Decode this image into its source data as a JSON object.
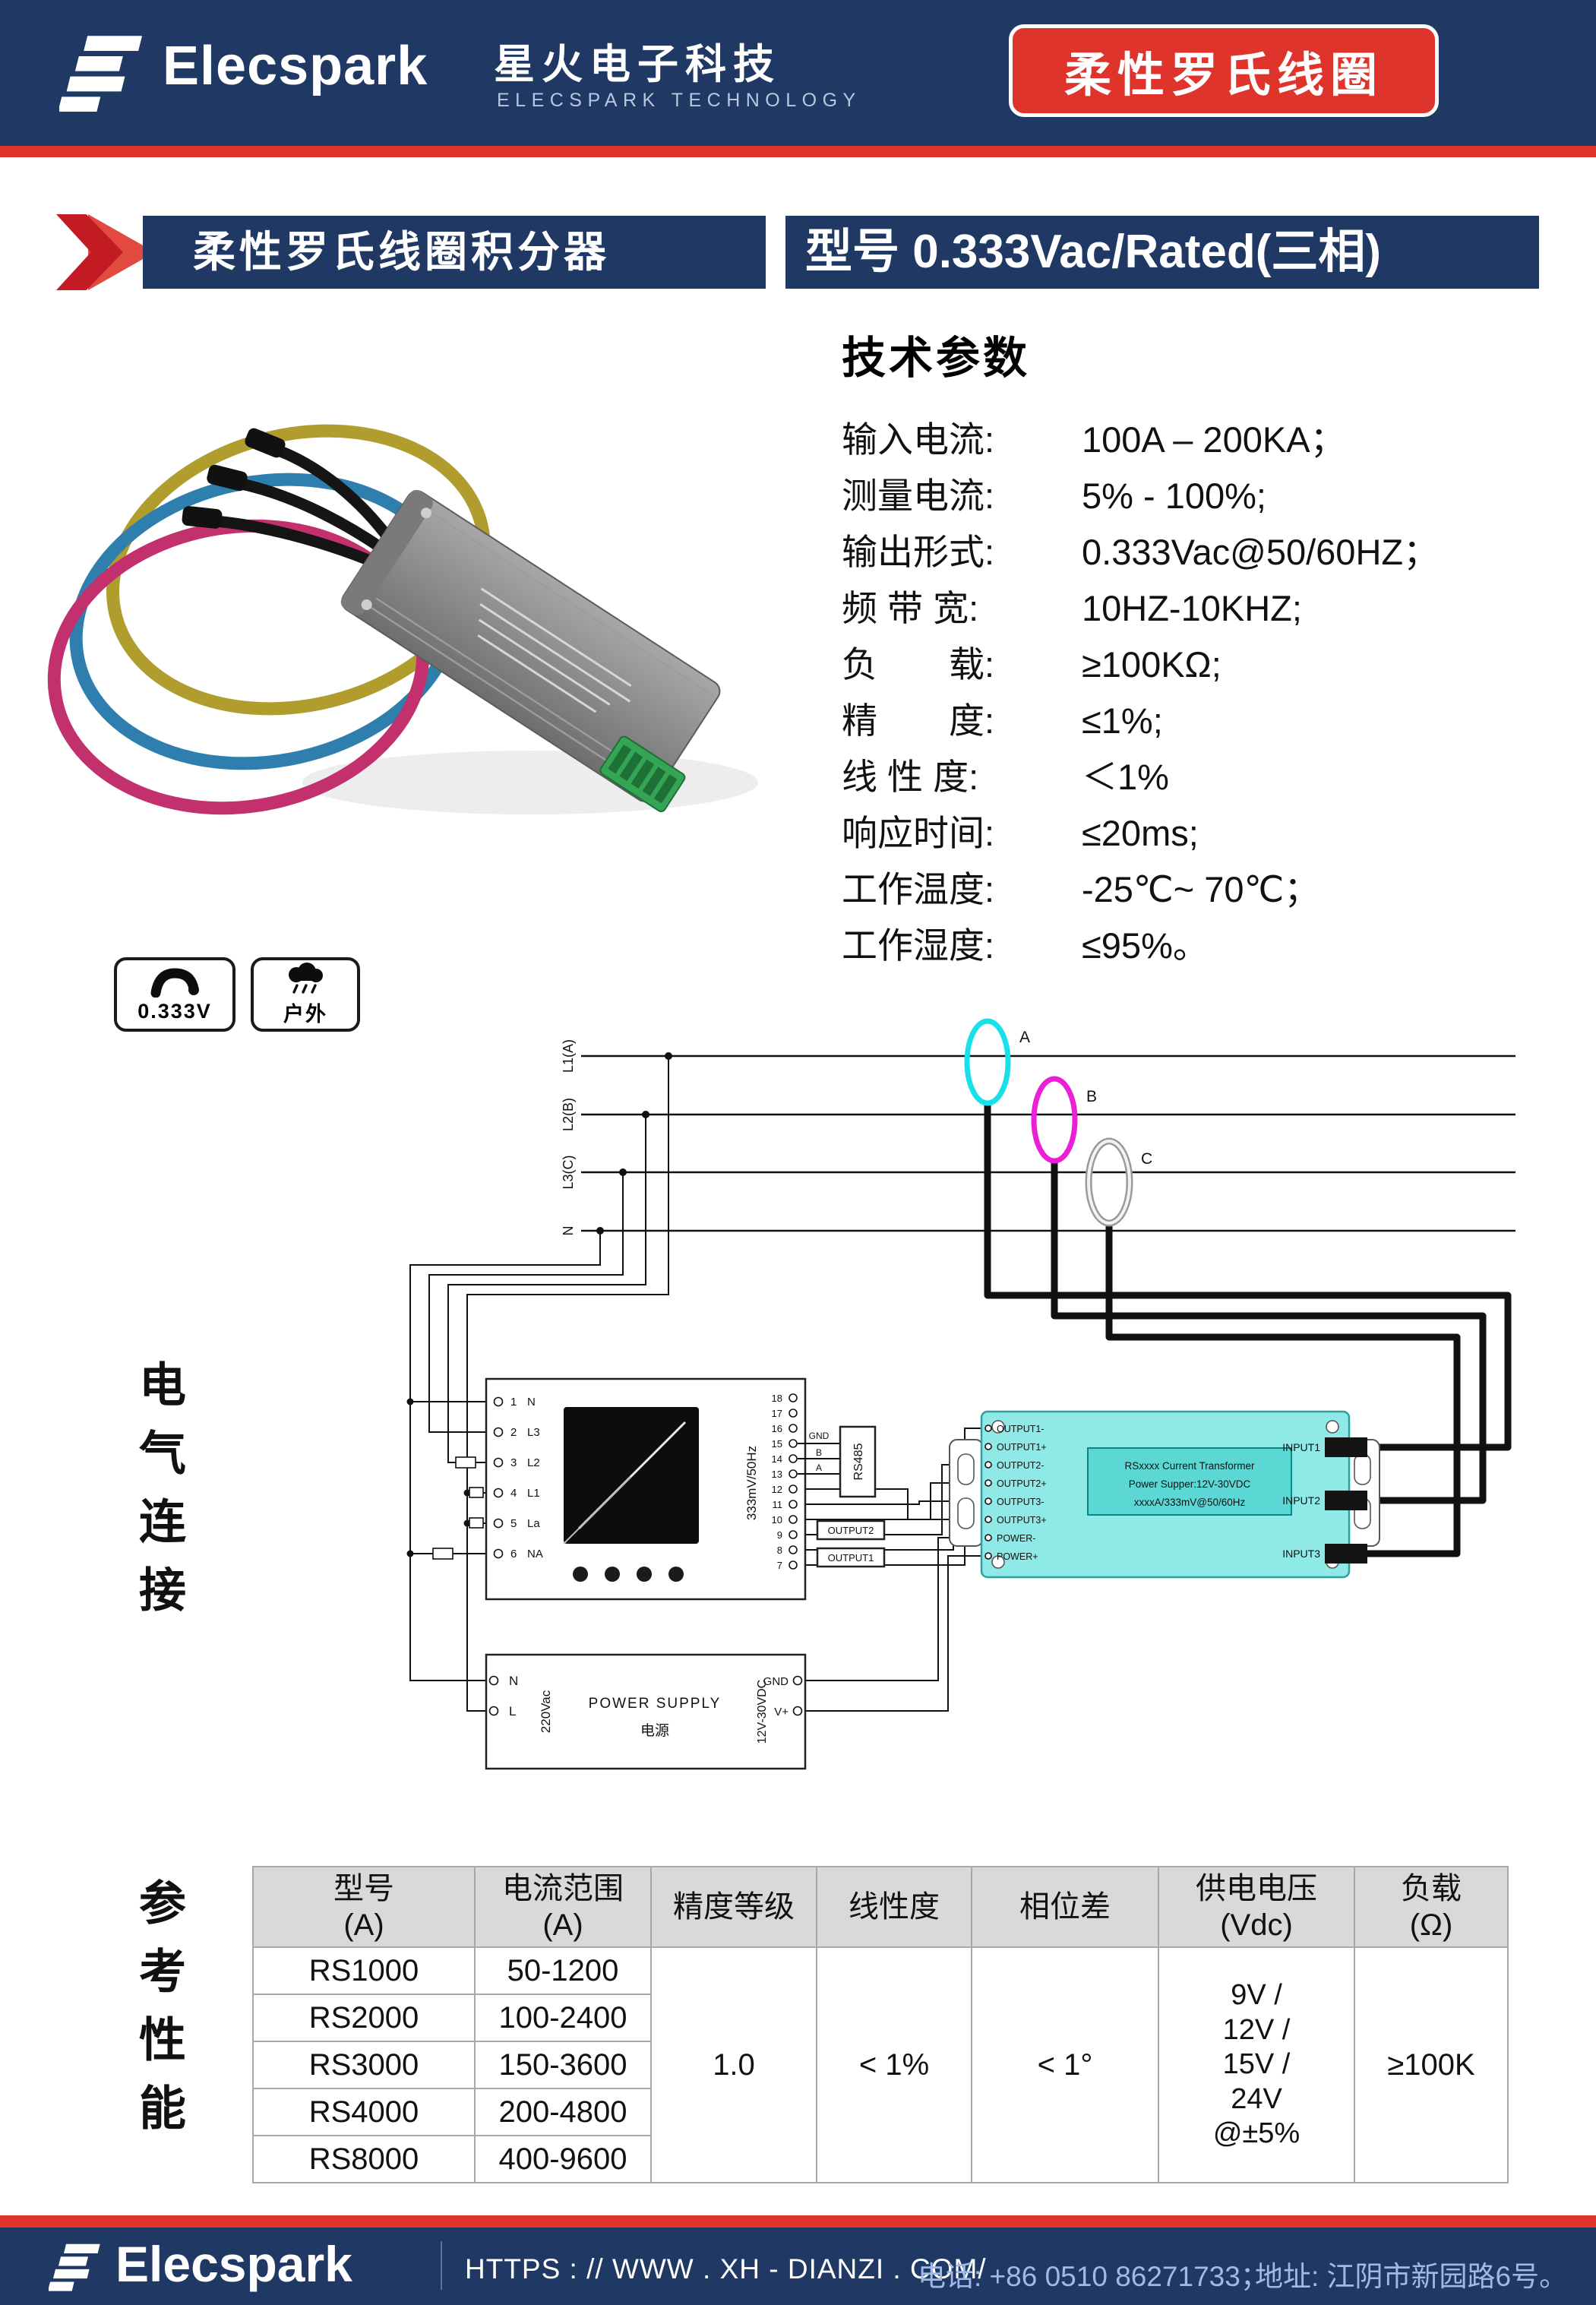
{
  "colors": {
    "navy": "#203864",
    "red": "#df342b",
    "integrator_cyan": "#8fe9e6",
    "coil_a": "#17e0e8",
    "coil_b": "#ea1fd7",
    "coil_c": "#e0e0e0"
  },
  "header": {
    "brand": "Elecspark",
    "brand_cn": "星火电子科技",
    "brand_sub": "ELECSPARK TECHNOLOGY",
    "badge": "柔性罗氏线圈"
  },
  "title": {
    "left": "柔性罗氏线圈积分器",
    "right": "型号 0.333Vac/Rated(三相)"
  },
  "specs": {
    "heading": "技术参数",
    "items": [
      {
        "label": "输入电流:",
        "value": "100A – 200KA；"
      },
      {
        "label": "测量电流:",
        "value": "5% - 100%;"
      },
      {
        "label": "输出形式:",
        "value": "0.333Vac@50/60HZ；"
      },
      {
        "label": "频 带 宽:",
        "value": "10HZ-10KHZ;"
      },
      {
        "label": "负　　载:",
        "value": "≥100KΩ;"
      },
      {
        "label": "精　　度:",
        "value": "≤1%;"
      },
      {
        "label": "线 性 度:",
        "value": "＜1%"
      },
      {
        "label": "响应时间:",
        "value": "≤20ms;"
      },
      {
        "label": "工作温度:",
        "value": "-25℃~ 70℃；"
      },
      {
        "label": "工作湿度:",
        "value": "≤95%。"
      }
    ]
  },
  "badges": [
    {
      "label": "0.333V"
    },
    {
      "label": "户外"
    }
  ],
  "diagram": {
    "section_label": "电气连接",
    "phase_labels": [
      "L1(A)",
      "L2(B)",
      "L3(C)",
      "N"
    ],
    "coil_labels": [
      "A",
      "B",
      "C"
    ],
    "meter": {
      "left_terminals": [
        {
          "num": "1",
          "label": "N"
        },
        {
          "num": "2",
          "label": "L3"
        },
        {
          "num": "3",
          "label": "L2"
        },
        {
          "num": "4",
          "label": "L1"
        },
        {
          "num": "5",
          "label": "La"
        },
        {
          "num": "6",
          "label": "NA"
        }
      ],
      "right_terminal_numbers": [
        "18",
        "17",
        "16",
        "15",
        "14",
        "13",
        "12",
        "11",
        "10",
        "9",
        "8",
        "7"
      ],
      "signal_label": "333mV/50Hz",
      "gnd_label": "GND",
      "b_label": "B",
      "a_label": "A",
      "rs485_label": "RS485",
      "output2_label": "OUTPUT2",
      "output1_label": "OUTPUT1"
    },
    "integrator": {
      "left_terminals": [
        "OUTPUT1-",
        "OUTPUT1+",
        "OUTPUT2-",
        "OUTPUT2+",
        "OUTPUT3-",
        "OUTPUT3+",
        "POWER-",
        "POWER+"
      ],
      "label_lines": [
        "RSxxxx Current Transformer",
        "Power Supper:12V-30VDC",
        "xxxxA/333mV@50/60Hz"
      ],
      "right_terminals": [
        "INPUT1",
        "INPUT2",
        "INPUT3"
      ]
    },
    "power_supply": {
      "terminal_n": "N",
      "terminal_l": "L",
      "input_voltage": "220Vac",
      "title": "POWER SUPPLY",
      "title_cn": "电源",
      "output_voltage": "12V-30VDC",
      "terminal_gnd": "GND",
      "terminal_vplus": "V+"
    }
  },
  "table": {
    "section_label": "参考性能",
    "headers": [
      "型号\n(A)",
      "电流范围\n(A)",
      "精度等级",
      "线性度",
      "相位差",
      "供电电压\n(Vdc)",
      "负载\n(Ω)"
    ],
    "rows": [
      [
        "RS1000",
        "50-1200"
      ],
      [
        "RS2000",
        "100-2400"
      ],
      [
        "RS3000",
        "150-3600"
      ],
      [
        "RS4000",
        "200-4800"
      ],
      [
        "RS8000",
        "400-9600"
      ]
    ],
    "merged": {
      "accuracy": "1.0",
      "linearity": "< 1%",
      "phase": "< 1°",
      "supply": "9V /\n12V /\n15V /\n24V\n@±5%",
      "load": "≥100K"
    }
  },
  "footer": {
    "brand": "Elecspark",
    "url": "HTTPS : // WWW . XH - DIANZI . COM/",
    "phone": "电话: +86 0510 86271733；",
    "address": "地址: 江阴市新园路6号。"
  }
}
